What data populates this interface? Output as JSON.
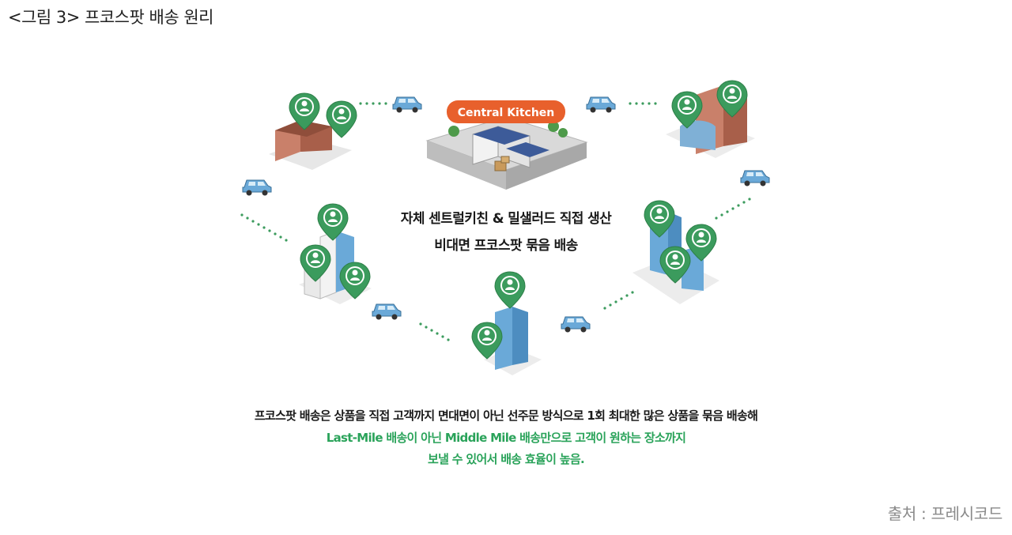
{
  "figure": {
    "caption": "<그림 3> 프코스팟 배송 원리",
    "source": "출처 : 프레시코드"
  },
  "diagram": {
    "central_kitchen_label": "Central Kitchen",
    "center_text": {
      "line1": "자체 센트럴키친 & 밀샐러드 직접 생산",
      "line2": "비대면 프코스팟 묶음 배송"
    },
    "bottom_text": {
      "line1": "프코스팟 배송은 상품을 직접 고객까지 면대면이 아닌 선주문 방식으로 1회 최대한 많은 상품을 묶음 배송해",
      "line2": "Last-Mile 배송이 아닌 Middle Mile 배송만으로 고객이 원하는 장소까지",
      "line3": "보낼 수 있어서 배송 효율이 높음."
    },
    "icons": [
      "map-pin-icon",
      "car-icon",
      "building-icon",
      "central-kitchen-icon"
    ],
    "colors": {
      "accent_green": "#2aa35a",
      "pin_green": "#3b9b5d",
      "kitchen_label_bg": "#e8602c",
      "car_blue": "#6aa9d8",
      "text_dark": "#1a1a1a",
      "source_gray": "#8a8a8a"
    }
  }
}
